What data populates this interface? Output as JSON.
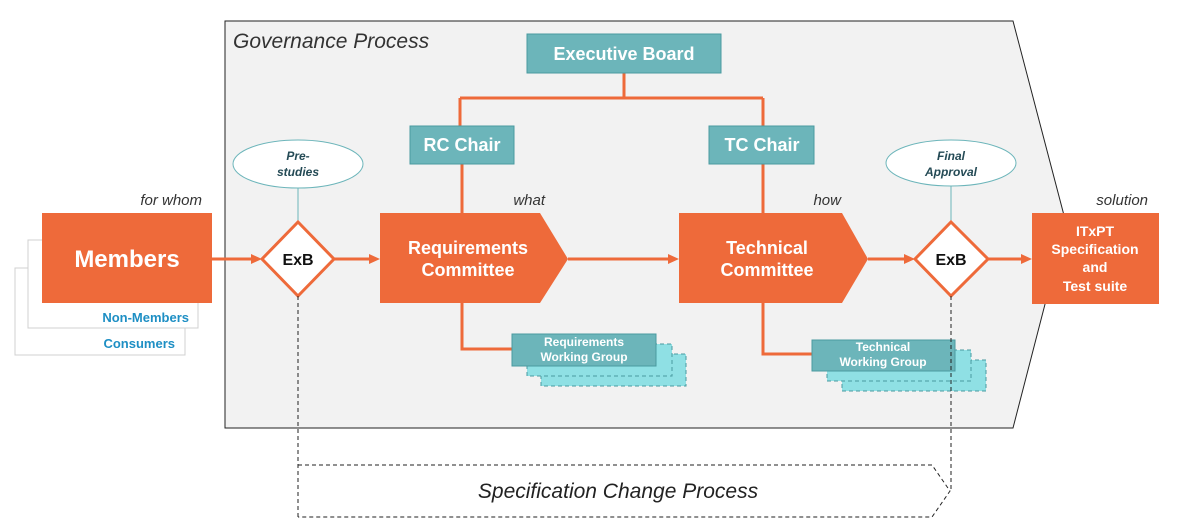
{
  "governance": {
    "title": "Governance Process"
  },
  "executive_board": "Executive Board",
  "rc_chair": "RC Chair",
  "tc_chair": "TC Chair",
  "members": {
    "label": "Members",
    "non_members": "Non-Members",
    "consumers": "Consumers",
    "caption": "for whom"
  },
  "pre_studies": {
    "line1": "Pre-",
    "line2": "studies"
  },
  "exb_left": "ExB",
  "exb_right": "ExB",
  "final_approval": {
    "line1": "Final",
    "line2": "Approval"
  },
  "requirements_committee": {
    "line1": "Requirements",
    "line2": "Committee",
    "caption": "what"
  },
  "technical_committee": {
    "line1": "Technical",
    "line2": "Committee",
    "caption": "how"
  },
  "requirements_wg": {
    "line1": "Requirements",
    "line2": "Working Group"
  },
  "technical_wg": {
    "line1": "Technical",
    "line2": "Working Group"
  },
  "solution": {
    "caption": "solution",
    "line1": "ITxPT",
    "line2": "Specification",
    "line3": "and",
    "line4": "Test suite"
  },
  "change_process": "Specification Change Process",
  "colors": {
    "orange": "#EE6A3A",
    "teal": "#6CB5BA",
    "light_teal": "#8FE0E4",
    "panel": "#F2F2F2",
    "blue_text": "#1E8FC4",
    "dark_text": "#244A55"
  }
}
